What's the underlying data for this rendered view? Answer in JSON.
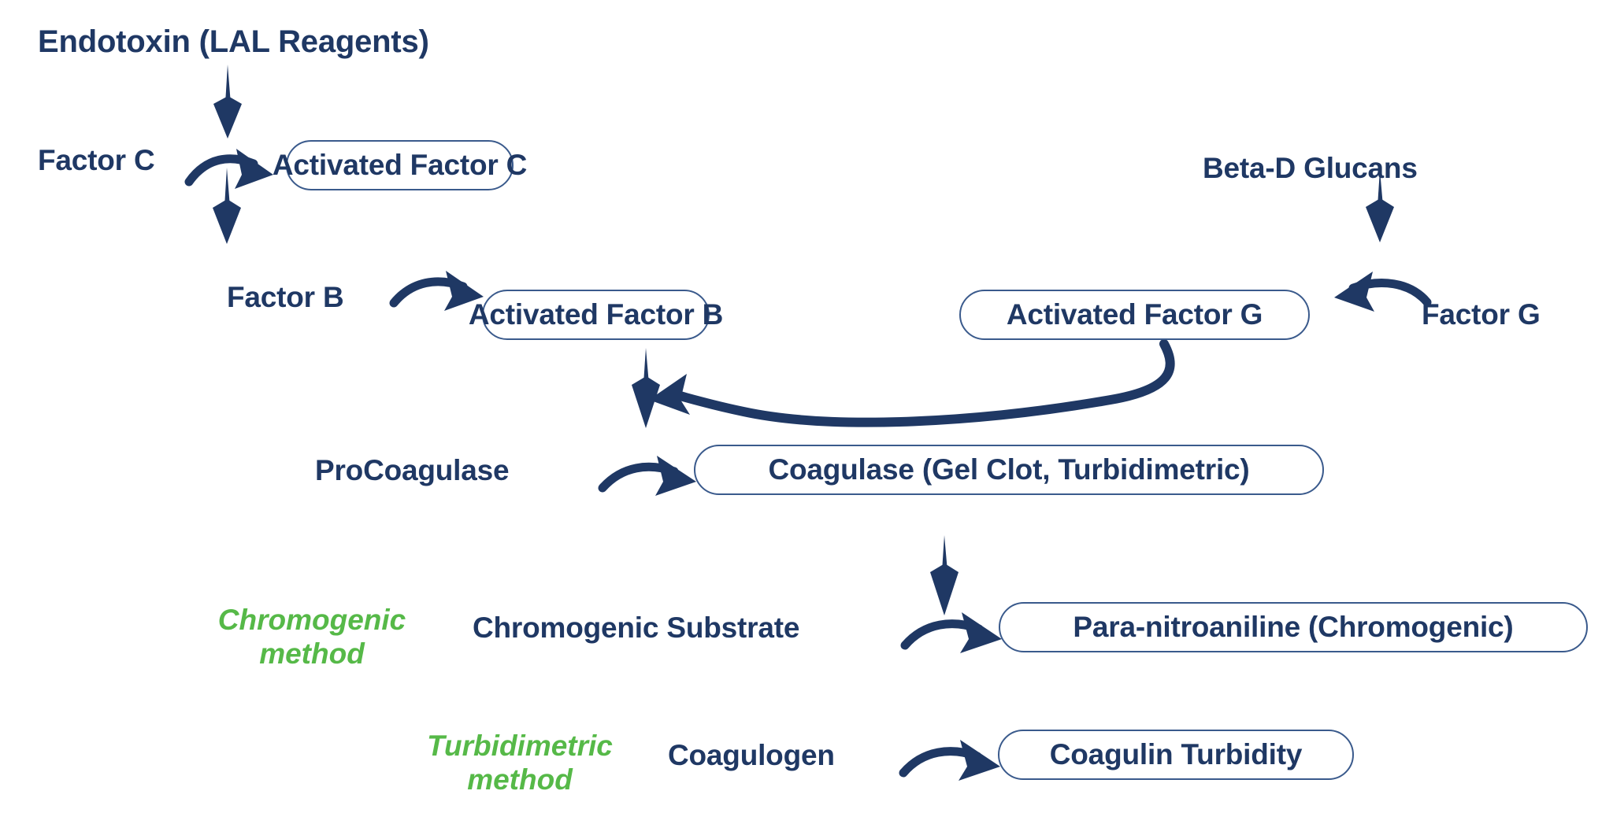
{
  "diagram": {
    "title": "LAL endotoxin detection cascade",
    "colors": {
      "primary_dark_blue": "#1f3864",
      "box_border_blue": "#3a5a8c",
      "arrow_blue": "#1f3864",
      "method_green": "#56b948",
      "background": "#ffffff"
    },
    "nodes": {
      "endotoxin": "Endotoxin (LAL Reagents)",
      "factor_c": "Factor C",
      "activated_factor_c": "Activated Factor C",
      "factor_b": "Factor B",
      "activated_factor_b": "Activated Factor B",
      "beta_d_glucans": "Beta-D Glucans",
      "factor_g": "Factor G",
      "activated_factor_g": "Activated Factor G",
      "procoagulase": "ProCoagulase",
      "coagulase": "Coagulase (Gel Clot, Turbidimetric)",
      "chromogenic_substrate": "Chromogenic Substrate",
      "para_nitroaniline": "Para-nitroaniline (Chromogenic)",
      "coagulogen": "Coagulogen",
      "coagulin_turbidity": "Coagulin Turbidity"
    },
    "methods": {
      "chromogenic": "Chromogenic\nmethod",
      "turbidimetric": "Turbidimetric\nmethod"
    }
  }
}
